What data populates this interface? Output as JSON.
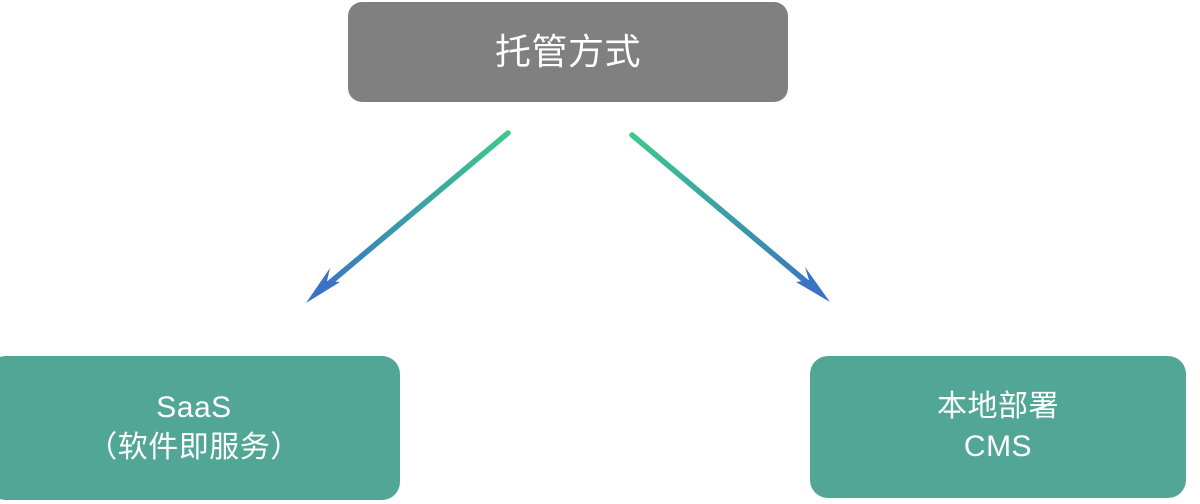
{
  "diagram": {
    "type": "tree",
    "background_color": "#ffffff",
    "nodes": [
      {
        "id": "root",
        "label": "托管方式",
        "fill_color": "#808080",
        "text_color": "#ffffff",
        "shape": "rounded-rectangle"
      },
      {
        "id": "saas",
        "label": "SaaS\n（软件即服务）",
        "fill_color": "#52a695",
        "text_color": "#ffffff",
        "shape": "rounded-rectangle"
      },
      {
        "id": "onprem",
        "label": "本地部署\nCMS",
        "fill_color": "#52a695",
        "text_color": "#ffffff",
        "shape": "rounded-rectangle"
      }
    ],
    "edges": [
      {
        "id": "root-to-saas",
        "from": "root",
        "to": "saas",
        "style": "arrow",
        "gradient_start_color": "#3cc98a",
        "gradient_end_color": "#3a72c4"
      },
      {
        "id": "root-to-onprem",
        "from": "root",
        "to": "onprem",
        "style": "arrow",
        "gradient_start_color": "#3cc98a",
        "gradient_end_color": "#3a72c4"
      }
    ]
  }
}
